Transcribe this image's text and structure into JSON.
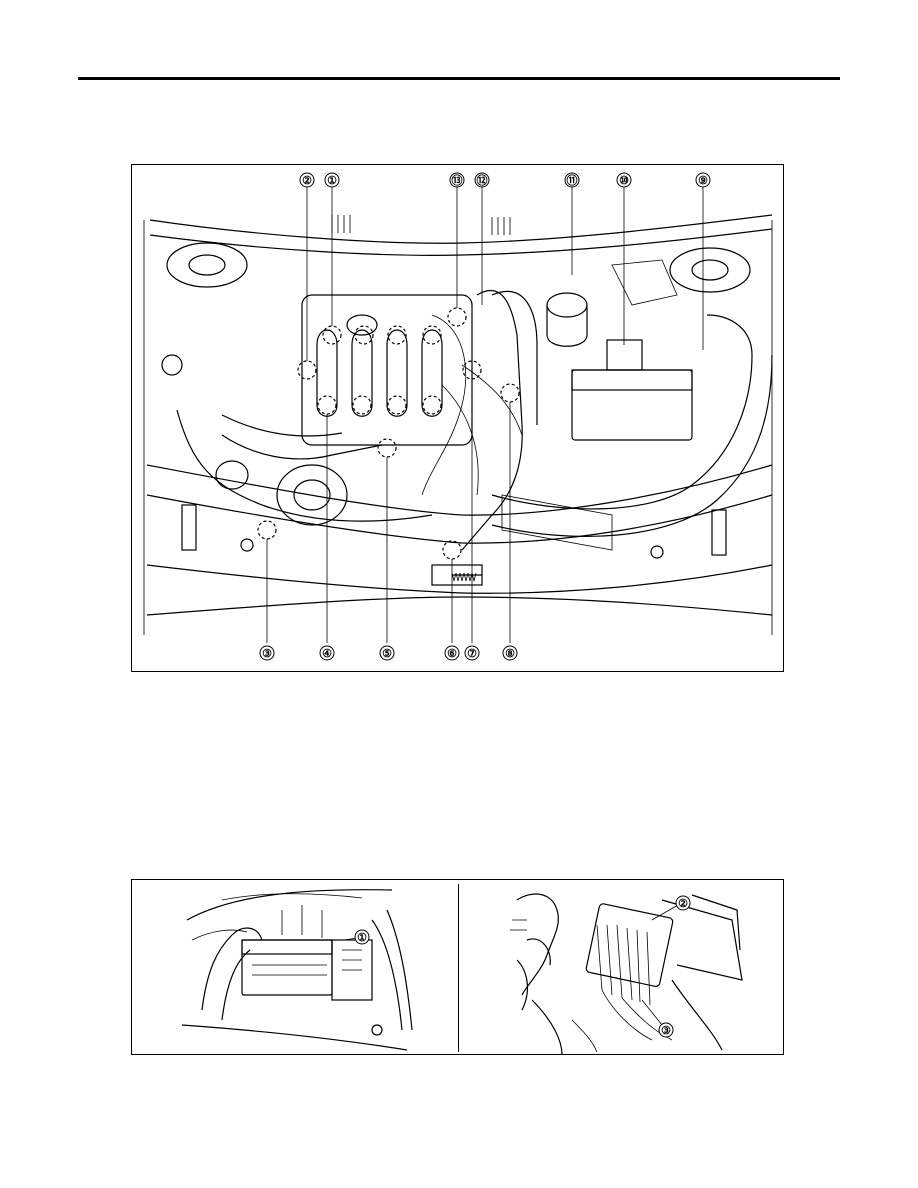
{
  "page": {
    "header_rule": "",
    "top_figure": {
      "callouts_top": [
        "②",
        "①",
        "⑬",
        "⑫",
        "⑪",
        "⑩",
        "⑨"
      ],
      "callouts_bottom": [
        "③",
        "④",
        "⑤",
        "⑥",
        "⑦",
        "⑧"
      ]
    },
    "bottom_figure": {
      "left_callouts": [
        "①"
      ],
      "right_callouts": [
        "②",
        "③"
      ]
    }
  }
}
